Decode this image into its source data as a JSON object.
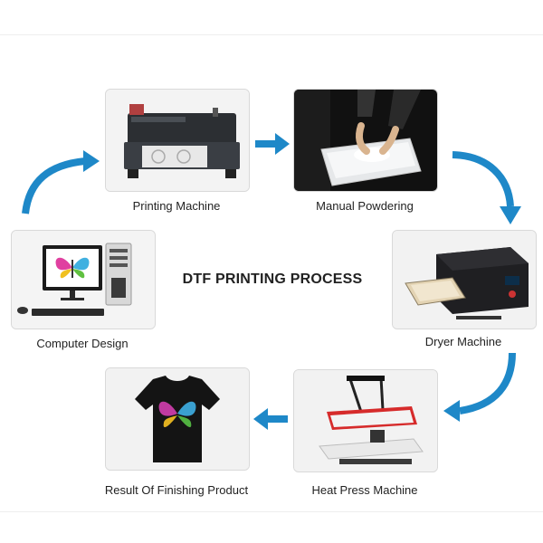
{
  "title": "DTF PRINTING PROCESS",
  "steps": {
    "computer": "Computer Design",
    "printing": "Printing Machine",
    "powdering": "Manual Powdering",
    "dryer": "Dryer Machine",
    "heat_press": "Heat Press Machine",
    "result": "Result Of Finishing Product"
  },
  "colors": {
    "arrow": "#1e88c8",
    "card_bg": "#f2f2f2",
    "press_red": "#d62b2b"
  }
}
